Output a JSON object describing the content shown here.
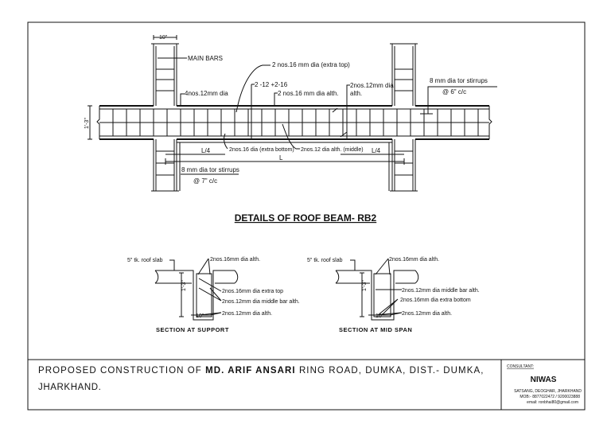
{
  "drawing": {
    "title": "DETAILS OF ROOF BEAM- RB2",
    "elevation": {
      "col_width": "10\"",
      "main_bars": "MAIN BARS",
      "extra_top": "2 nos.16 mm dia (extra top)",
      "bar_mix": "2 -12 +2-16",
      "top_4nos": "4nos.12mm dia",
      "top_alt": "2 nos.16 mm dia alth.",
      "right_alt_1": "2nos.12mm dia",
      "right_alt_2": "alth.",
      "stirrups_right_1": "8 mm dia tor stirrups",
      "stirrups_right_2": "@ 6\" c/c",
      "depth": "1'-3\"",
      "quarter_left": "L/4",
      "quarter_right": "L/4",
      "span": "L",
      "extra_bottom": "2nos.16 dia (extra bottom)",
      "middle": "2nos.12 dia alth. (middle)",
      "stirrups_left_1": "8 mm dia tor stirrups",
      "stirrups_left_2": "@ 7\" c/c"
    },
    "section_support": {
      "slab": "5\" tk. roof slab",
      "top": "2nos.16mm dia alth.",
      "extra_top": "2nos.16mm dia extra top",
      "middle": "2nos.12mm dia middle bar alth.",
      "bottom": "2nos.12mm dia alth.",
      "depth": "1'-3\"",
      "width": "10\"",
      "caption": "SECTION AT SUPPORT"
    },
    "section_mid": {
      "slab": "5\" tk. roof slab",
      "top": "2nos.16mm dia alth.",
      "middle": "2nos.12mm dia middle bar alth.",
      "extra_bottom": "2nos.16mm dia extra bottom",
      "bottom": "2nos.12mm dia alth.",
      "depth": "1'-3\"",
      "width": "10\"",
      "caption": "SECTION AT MID SPAN"
    }
  },
  "title_block": {
    "project_pre": "PROPOSED CONSTRUCTION OF ",
    "owner": "MD. ARIF ANSARI",
    "project_post": " RING ROAD, DUMKA, DIST.- DUMKA,",
    "project_line2": "JHARKHAND.",
    "consultant_label": "CONSULTANT:",
    "consultant_name": "NIWAS",
    "address": "SATSANG, DEOGHAR, JHARKHAND",
    "mobile": "MOB:- 8877022472 / 9200023888",
    "email": "email: ronbhai80@gmail.com"
  }
}
